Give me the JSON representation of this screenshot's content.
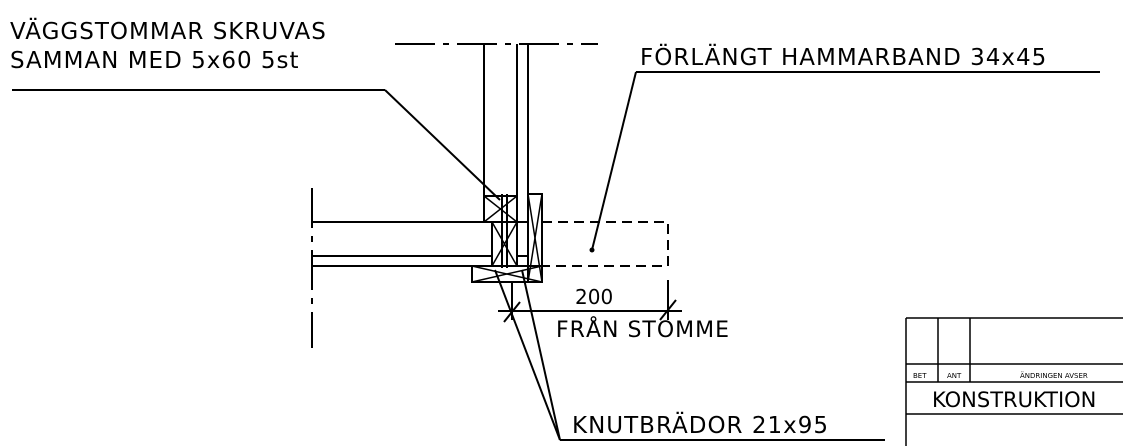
{
  "annotations": {
    "wall_frames_line1": "VÄGGSTOMMAR SKRUVAS",
    "wall_frames_line2": "SAMMAN MED 5x60 5st",
    "extended_top_plate": "FÖRLÄNGT HAMMARBAND 34x45",
    "dimension_value": "200",
    "dimension_from": "FRÅN STOMME",
    "corner_boards": "KNUTBRÄDOR 21x95"
  },
  "title_block": {
    "col_bet": "BET",
    "col_ant": "ANT",
    "col_change": "ÄNDRINGEN AVSER",
    "title": "KONSTRUKTION"
  }
}
